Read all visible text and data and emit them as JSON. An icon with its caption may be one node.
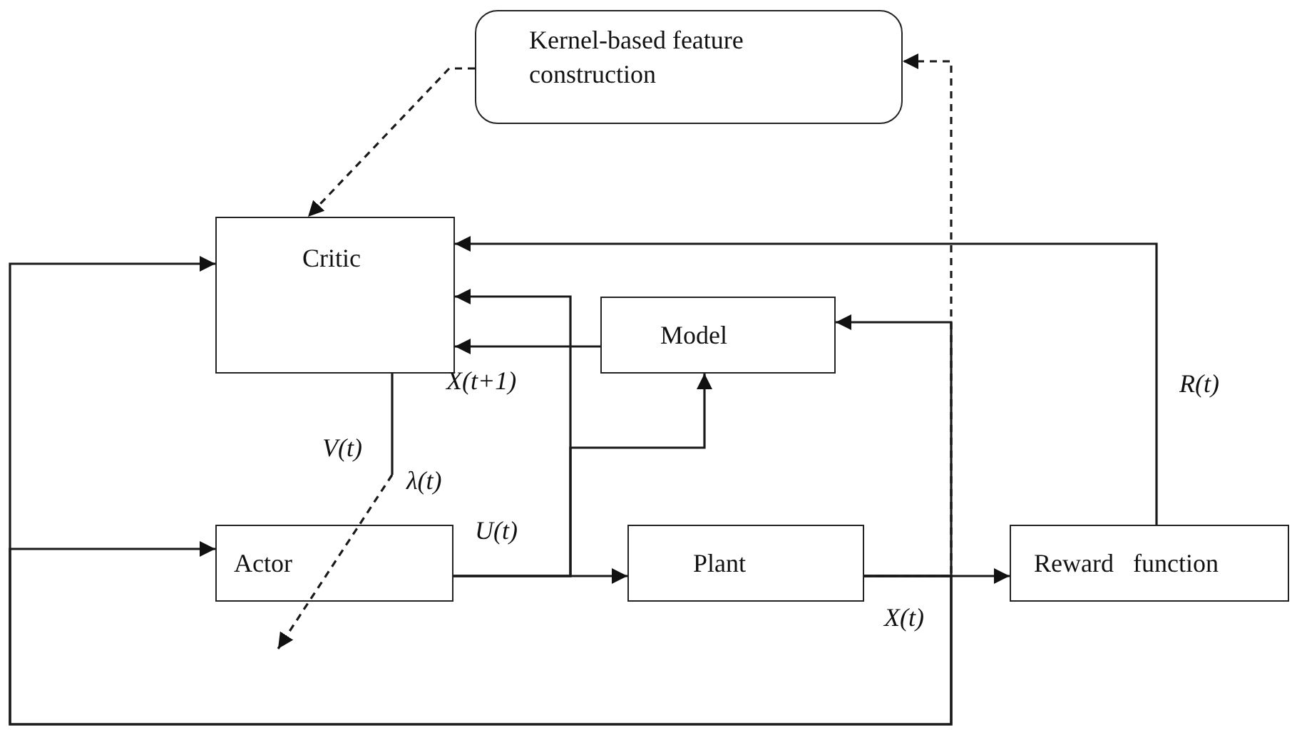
{
  "diagram": {
    "nodes": [
      {
        "text": [
          "Kernel-based feature construction"
        ]
      },
      {
        "text": [
          "Critic"
        ]
      },
      {
        "text": [
          "Model"
        ]
      },
      {
        "text": [
          "Actor"
        ]
      },
      {
        "text": [
          "Plant"
        ]
      },
      {
        "text": [
          "Reward   function"
        ]
      }
    ],
    "edges": [
      {
        "from": 0,
        "to": 1,
        "arrow": "to",
        "style": "dashed"
      },
      {
        "from": 4,
        "to": 0,
        "arrow": "to",
        "style": "dashed"
      },
      {
        "from": 5,
        "to": 1,
        "arrow": "to"
      },
      {
        "from": 3,
        "to": 1,
        "arrow": "to"
      },
      {
        "from": 2,
        "to": 1,
        "arrow": "to"
      },
      {
        "from": 3,
        "to": 2,
        "arrow": "to"
      },
      {
        "from": 4,
        "to": 2,
        "arrow": "to"
      },
      {
        "from": 3,
        "to": 4,
        "arrow": "to"
      },
      {
        "from": 4,
        "to": 5,
        "arrow": "to"
      },
      {
        "from": 4,
        "to": 1,
        "arrow": "to"
      },
      {
        "from": 4,
        "to": 3,
        "arrow": "to"
      },
      {
        "from": 1,
        "to": null,
        "arrow": "to",
        "style": "dashed"
      }
    ],
    "labels": [
      "X(t+1)",
      "R(t)",
      "V(t)",
      "λ(t)",
      "U(t)",
      "X(t)"
    ]
  }
}
